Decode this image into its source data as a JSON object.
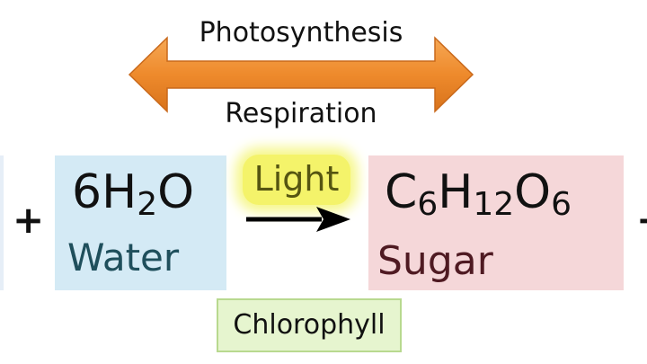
{
  "diagram": {
    "top_label": "Photosynthesis",
    "bottom_label": "Respiration",
    "left_operator": "+",
    "right_operator": "+",
    "reactant": {
      "formula_prefix": "6H",
      "formula_sub": "2",
      "formula_suffix": "O",
      "name": "Water"
    },
    "condition": "Light",
    "product": {
      "c": "C",
      "c_sub": "6",
      "h": "H",
      "h_sub": "12",
      "o": "O",
      "o_sub": "6",
      "name": "Sugar"
    },
    "catalyst": "Chlorophyll"
  },
  "colors": {
    "double_arrow": "#ee8a2c",
    "water_box": "#d4eaf5",
    "sugar_box": "#f5d7d9",
    "light_glow": "#f4f36a",
    "chlorophyll_box": "#e6f5cf"
  }
}
